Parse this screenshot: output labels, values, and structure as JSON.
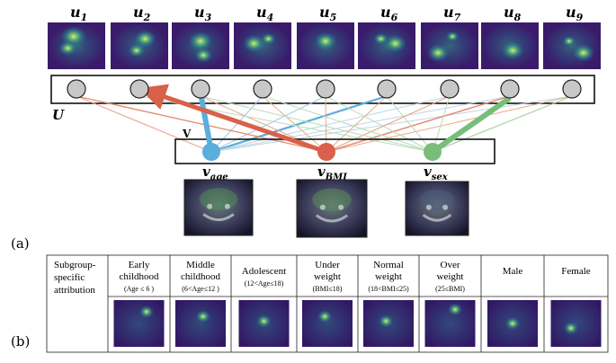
{
  "panel_a": {
    "label": "(a)",
    "u_labels": [
      {
        "base": "u",
        "sub": "1"
      },
      {
        "base": "u",
        "sub": "2"
      },
      {
        "base": "u",
        "sub": "3"
      },
      {
        "base": "u",
        "sub": "4"
      },
      {
        "base": "u",
        "sub": "5"
      },
      {
        "base": "u",
        "sub": "6"
      },
      {
        "base": "u",
        "sub": "7"
      },
      {
        "base": "u",
        "sub": "8"
      },
      {
        "base": "u",
        "sub": "9"
      }
    ],
    "U_label": "U",
    "V_label": "V",
    "v_nodes": [
      {
        "base": "v",
        "sub": "age",
        "color": "#5aaedc"
      },
      {
        "base": "v",
        "sub": "BMI",
        "color": "#d9604a"
      },
      {
        "base": "v",
        "sub": "sex",
        "color": "#79bd7a"
      }
    ]
  },
  "panel_b": {
    "label": "(b)",
    "row_header": [
      "Subgroup-",
      "specific",
      "attribution"
    ],
    "columns": [
      {
        "lines": [
          "Early",
          "childhood"
        ],
        "small": "(Age ≤ 6 )"
      },
      {
        "lines": [
          "Middle",
          "childhood"
        ],
        "small": "(6<Age≤12 )"
      },
      {
        "lines": [
          "Adolescent"
        ],
        "small": "(12<Age≤18)"
      },
      {
        "lines": [
          "Under",
          "weight"
        ],
        "small": "(BMI≤18)"
      },
      {
        "lines": [
          "Normal",
          "weight"
        ],
        "small": "(18<BMI≤25)"
      },
      {
        "lines": [
          "Over",
          "weight"
        ],
        "small": "(25≤BMI)"
      },
      {
        "lines": [
          "Male"
        ],
        "small": ""
      },
      {
        "lines": [
          "Female"
        ],
        "small": ""
      }
    ]
  },
  "colors": {
    "node_fill": "#c8c8c8",
    "age": "#5aaedc",
    "bmi": "#d9604a",
    "sex": "#79bd7a",
    "heatmap_bg": "#3a1a6a"
  }
}
